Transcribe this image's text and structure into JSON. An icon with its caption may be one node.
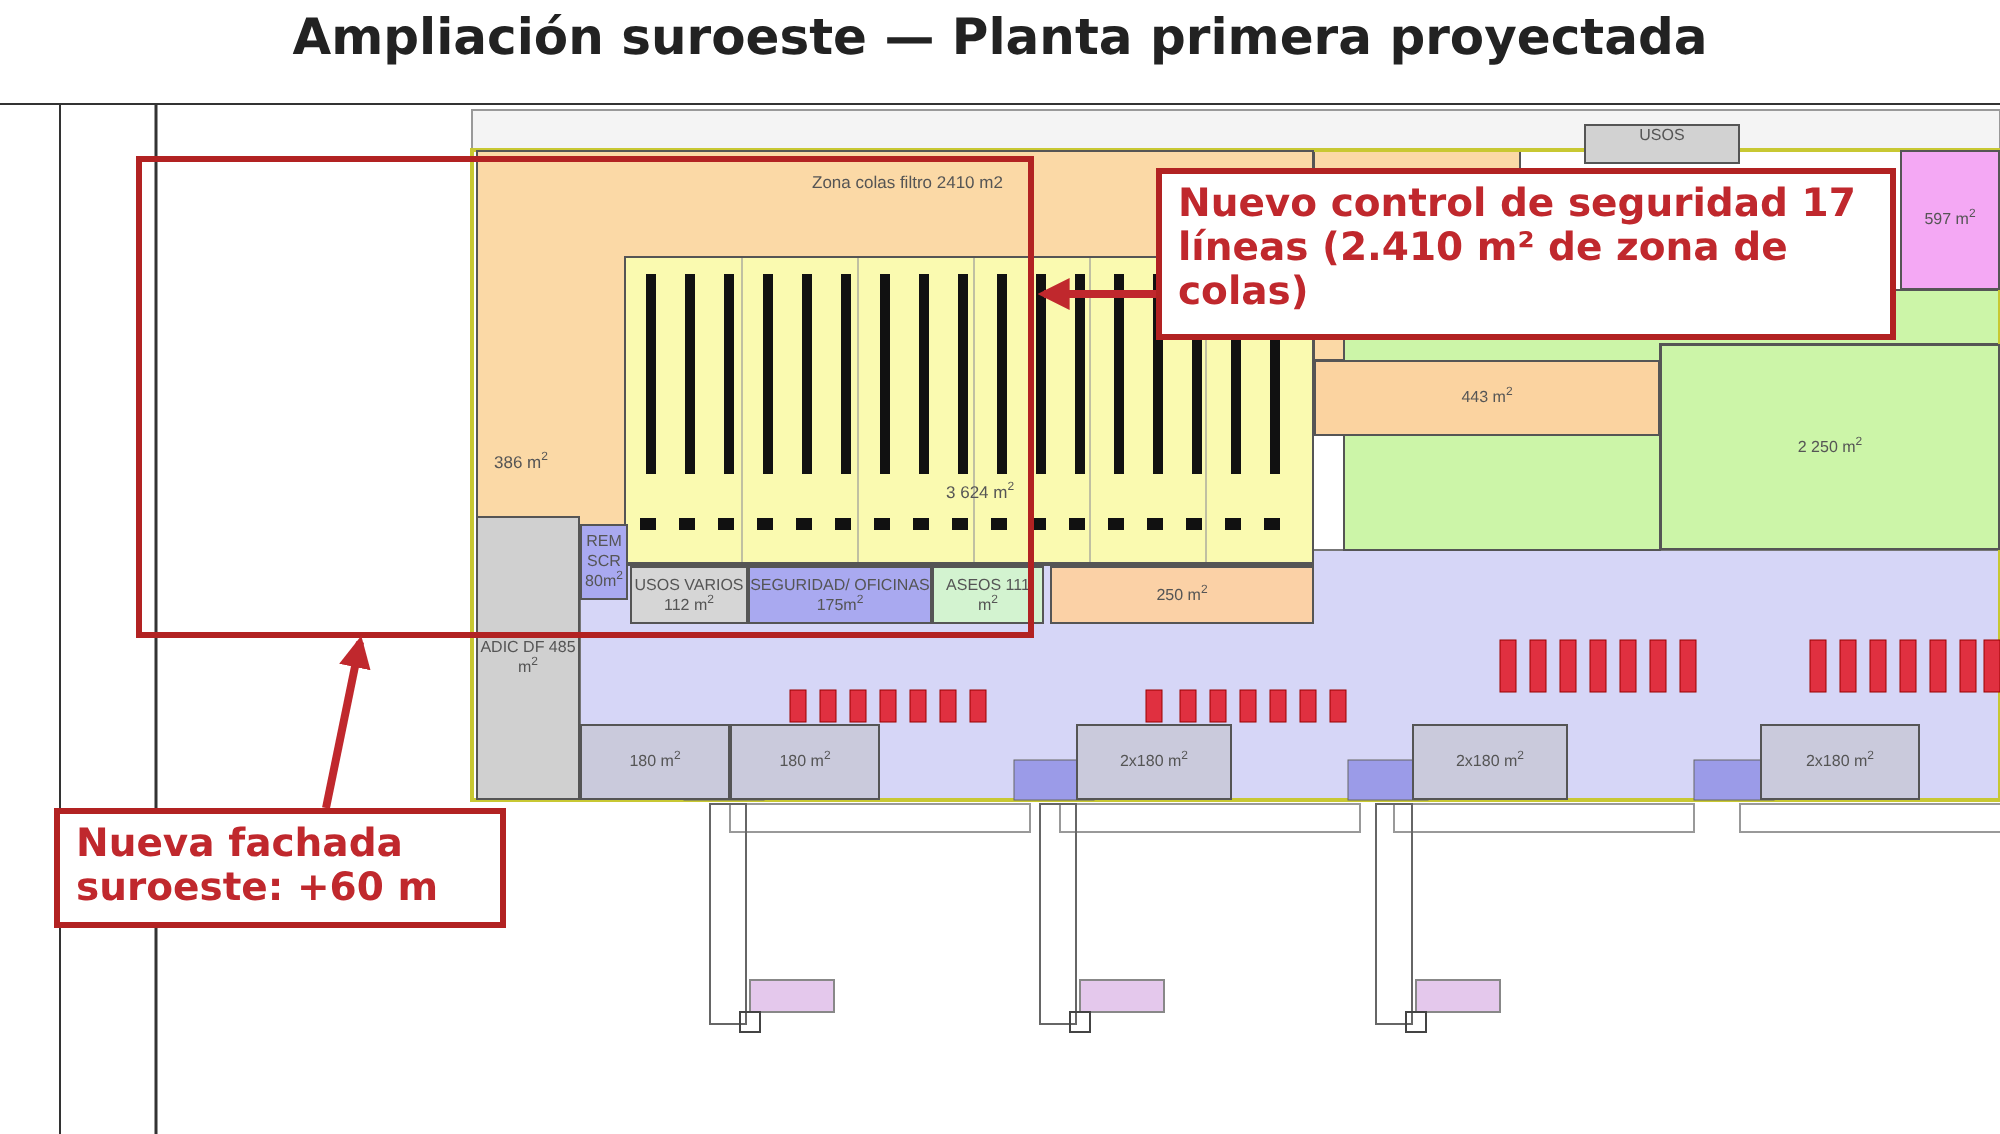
{
  "diagram": {
    "title": "Ampliación suroeste — Planta primera proyectada",
    "nodes": [
      {
        "text": [],
        "shape": "box"
      },
      {
        "text": [
          "Zona colas filtro 2410 m2",
          "386 m$^{2}$"
        ]
      },
      {
        "text": [
          "3 624 m$^{2}$"
        ],
        "in": 1
      },
      {
        "text": [
          "Nuevo control de seguridad 17 líneas (2.410 m² de zona de colas)"
        ]
      },
      {
        "text": [
          "USOS"
        ]
      },
      {
        "text": [
          "597 m$^{2}$"
        ]
      },
      {
        "text": [
          "443 m$^{2}$"
        ]
      },
      {
        "text": [
          "2 250 m$^{2}$"
        ]
      },
      {
        "text": [
          "REM SCR 80m$^{2}$"
        ],
        "in": 0
      },
      {
        "text": [
          "USOS VARIOS 112 m$^{2}$"
        ],
        "in": 0
      },
      {
        "text": [
          "SEGURIDAD/ OFICINAS 175m$^{2}$"
        ],
        "in": 0
      },
      {
        "text": [
          "ASEOS 111 m$^{2}$"
        ]
      },
      {
        "text": [
          "250 m$^{2}$"
        ]
      },
      {
        "text": [
          "ADIC DF 485 m$^{2}$"
        ]
      },
      {
        "text": [
          "180 m$^{2}$"
        ]
      },
      {
        "text": [
          "180 m$^{2}$"
        ]
      },
      {
        "text": [
          "2x180 m$^{2}$"
        ]
      },
      {
        "text": [
          "2x180 m$^{2}$"
        ]
      },
      {
        "text": [
          "2x180 m$^{2}$"
        ]
      },
      {
        "text": [
          "Nueva fachada suroeste: +60 m"
        ]
      }
    ],
    "edges": [
      {
        "from": 3,
        "to": 2,
        "arrow": "to"
      },
      {
        "from": 19,
        "to": 0,
        "arrow": "to"
      }
    ]
  }
}
